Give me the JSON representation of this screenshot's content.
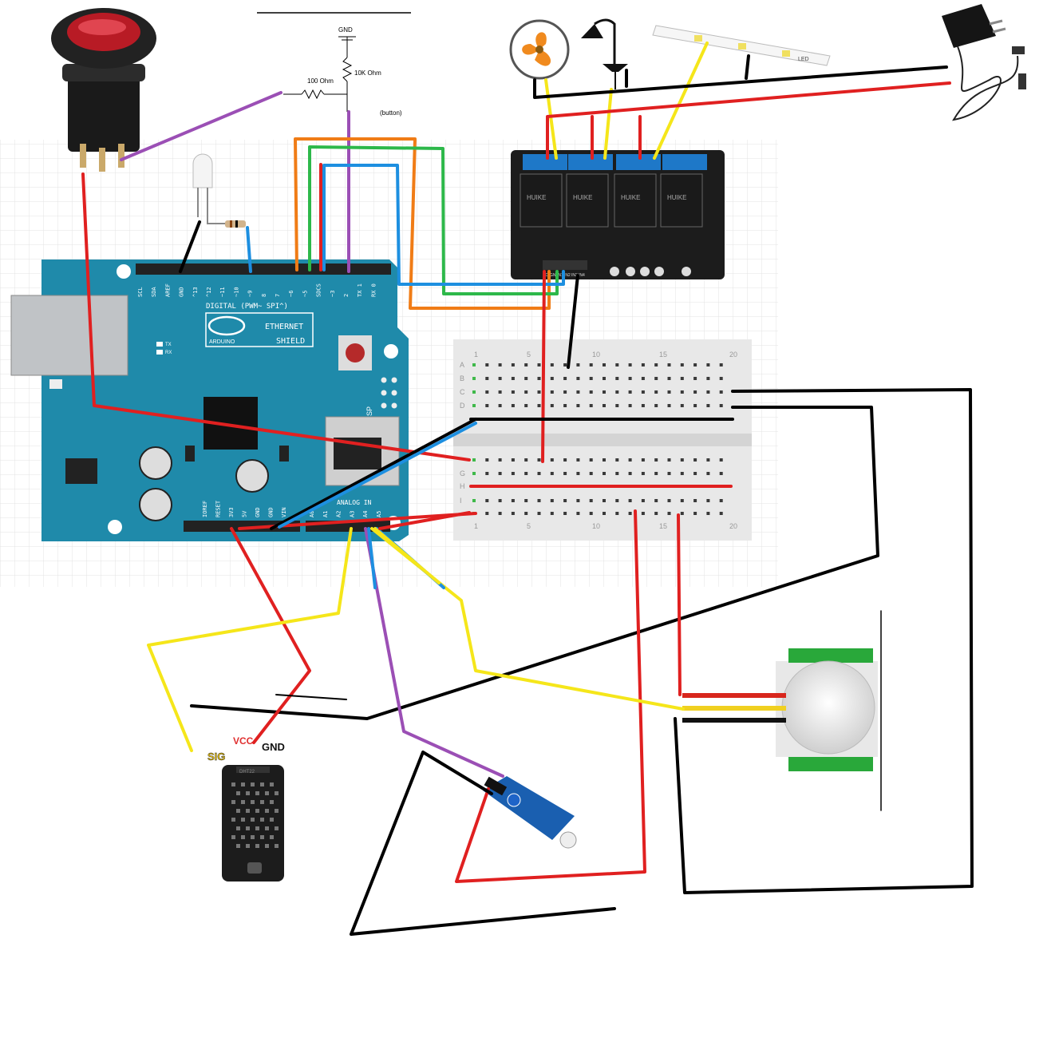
{
  "schematic": {
    "gnd_label": "GND",
    "r1_label": "10K Ohm",
    "r2_label": "100 Ohm",
    "pin_label": "(button)"
  },
  "arduino": {
    "top_pins": [
      "SCL",
      "SDA",
      "AREF",
      "GND",
      "^13",
      "^12",
      "~11",
      "~10",
      "~9",
      "8",
      "7",
      "~6",
      "~5",
      "SDCS",
      "~3",
      "2",
      "TX 1",
      "RX 0"
    ],
    "digital_label": "DIGITAL (PWM~ SPI^)",
    "brand": "ARDUINO",
    "shield_line1": "ETHERNET",
    "shield_line2": "SHIELD",
    "tx": "TX",
    "rx": "RX",
    "icsp": "ICSP",
    "analog_label": "ANALOG IN",
    "power_pins": [
      "IOREF",
      "RESET",
      "3V3",
      "5V",
      "GND",
      "GND",
      "VIN"
    ],
    "analog_pins": [
      "A0",
      "A1",
      "A2",
      "A3",
      "A4",
      "A5"
    ]
  },
  "breadboard": {
    "rows_top": [
      "A",
      "B",
      "C",
      "D"
    ],
    "rows_bottom": [
      "G",
      "H",
      "I"
    ],
    "col_numbers": [
      "1",
      "5",
      "10",
      "15",
      "20"
    ]
  },
  "relay": {
    "pins": [
      "VCC",
      "GND",
      "IN1",
      "IN2",
      "IN3",
      "IN4"
    ],
    "module_text": "HUIKE"
  },
  "dht": {
    "sig": "SIG",
    "vcc": "VCC",
    "gnd": "GND",
    "model": "DHT22"
  },
  "led_strip": {
    "text": "LED"
  },
  "colors": {
    "wire_red": "#e02020",
    "wire_black": "#000000",
    "wire_yellow": "#f5e61a",
    "wire_purple": "#9b4fb5",
    "wire_blue": "#1d8fe0",
    "wire_green": "#2db84a",
    "wire_orange": "#f07c16",
    "arduino_teal": "#1f8aaa",
    "breadboard": "#e8e8e8"
  }
}
